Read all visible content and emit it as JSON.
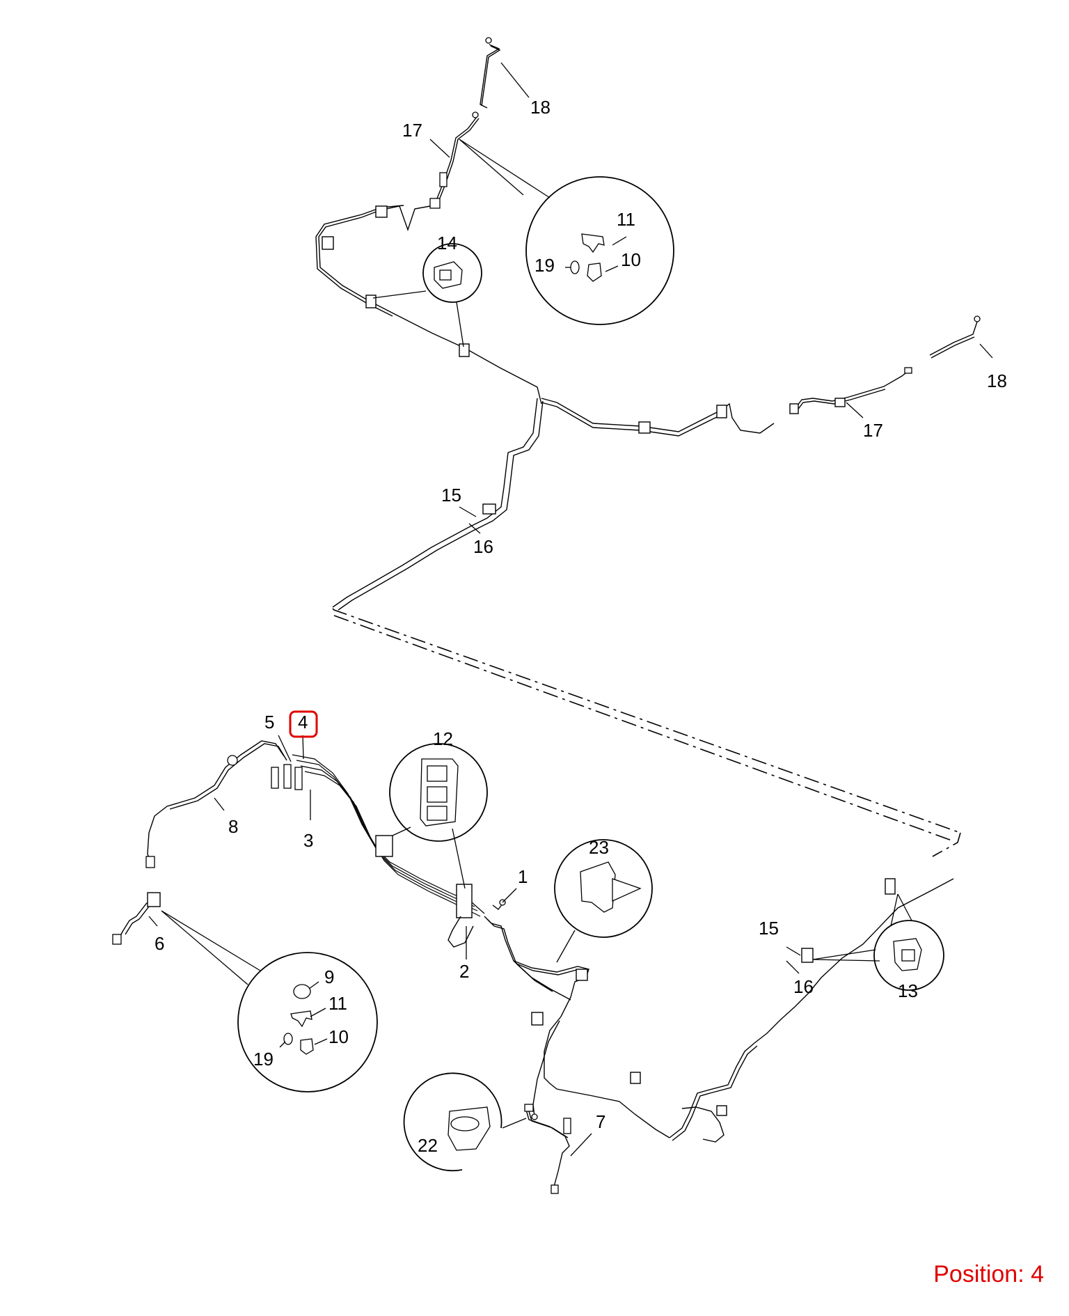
{
  "callouts": {
    "c1": "1",
    "c2": "2",
    "c3": "3",
    "c4": "4",
    "c5": "5",
    "c6": "6",
    "c7": "7",
    "c8": "8",
    "c9": "9",
    "c10a": "10",
    "c10b": "10",
    "c11a": "11",
    "c11b": "11",
    "c12": "12",
    "c13": "13",
    "c14": "14",
    "c15a": "15",
    "c15b": "15",
    "c16a": "16",
    "c16b": "16",
    "c17a": "17",
    "c17b": "17",
    "c18a": "18",
    "c18b": "18",
    "c19a": "19",
    "c19b": "19",
    "c22": "22",
    "c23": "23"
  },
  "highlighted_callout": "4",
  "highlight_color": "#e00000",
  "position_label": "Position: 4"
}
